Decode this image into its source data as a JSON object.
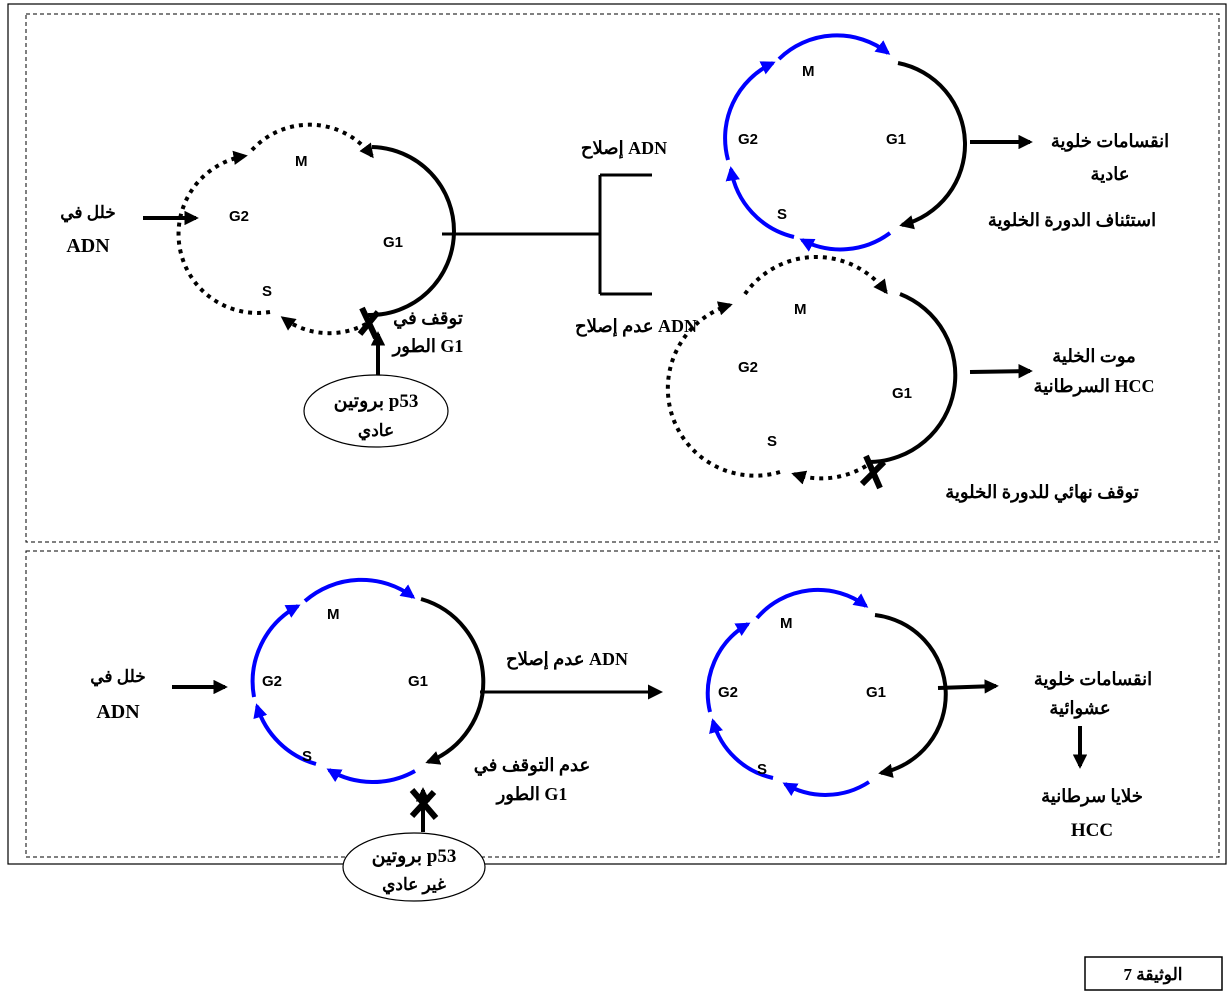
{
  "document_label": "الوثيقة 7",
  "phases": {
    "m": "M",
    "g1": "G1",
    "g2": "G2",
    "s": "S"
  },
  "top_panel": {
    "input_line1": "خلل في",
    "input_line2": "ADN",
    "arrest_line1": "توقف في",
    "arrest_line2": "الطور G1",
    "protein_line1": "بروتين p53",
    "protein_line2": "عادي",
    "repair_label": "إصلاح ADN",
    "no_repair_label": "عدم إصلاح ADN",
    "resume_label": "استئناف الدورة الخلوية",
    "normal_div_line1": "انقسامات خلوية",
    "normal_div_line2": "عادية",
    "death_line1": "موت الخلية",
    "death_line2": "السرطانية HCC",
    "final_arrest_label": "توقف نهائي للدورة الخلوية"
  },
  "bottom_panel": {
    "input_line1": "خلل في",
    "input_line2": "ADN",
    "no_arrest_line1": "عدم التوقف في",
    "no_arrest_line2": "الطور G1",
    "protein_line1": "بروتين p53",
    "protein_line2": "غير عادي",
    "no_repair_label": "عدم إصلاح ADN",
    "random_div_line1": "انقسامات خلوية",
    "random_div_line2": "عشوائية",
    "cancer_line1": "خلايا سرطانية",
    "cancer_line2": "HCC"
  },
  "colors": {
    "active_phase": "#0000ff",
    "g1_phase": "#000000",
    "dotted_phase": "#000000"
  }
}
